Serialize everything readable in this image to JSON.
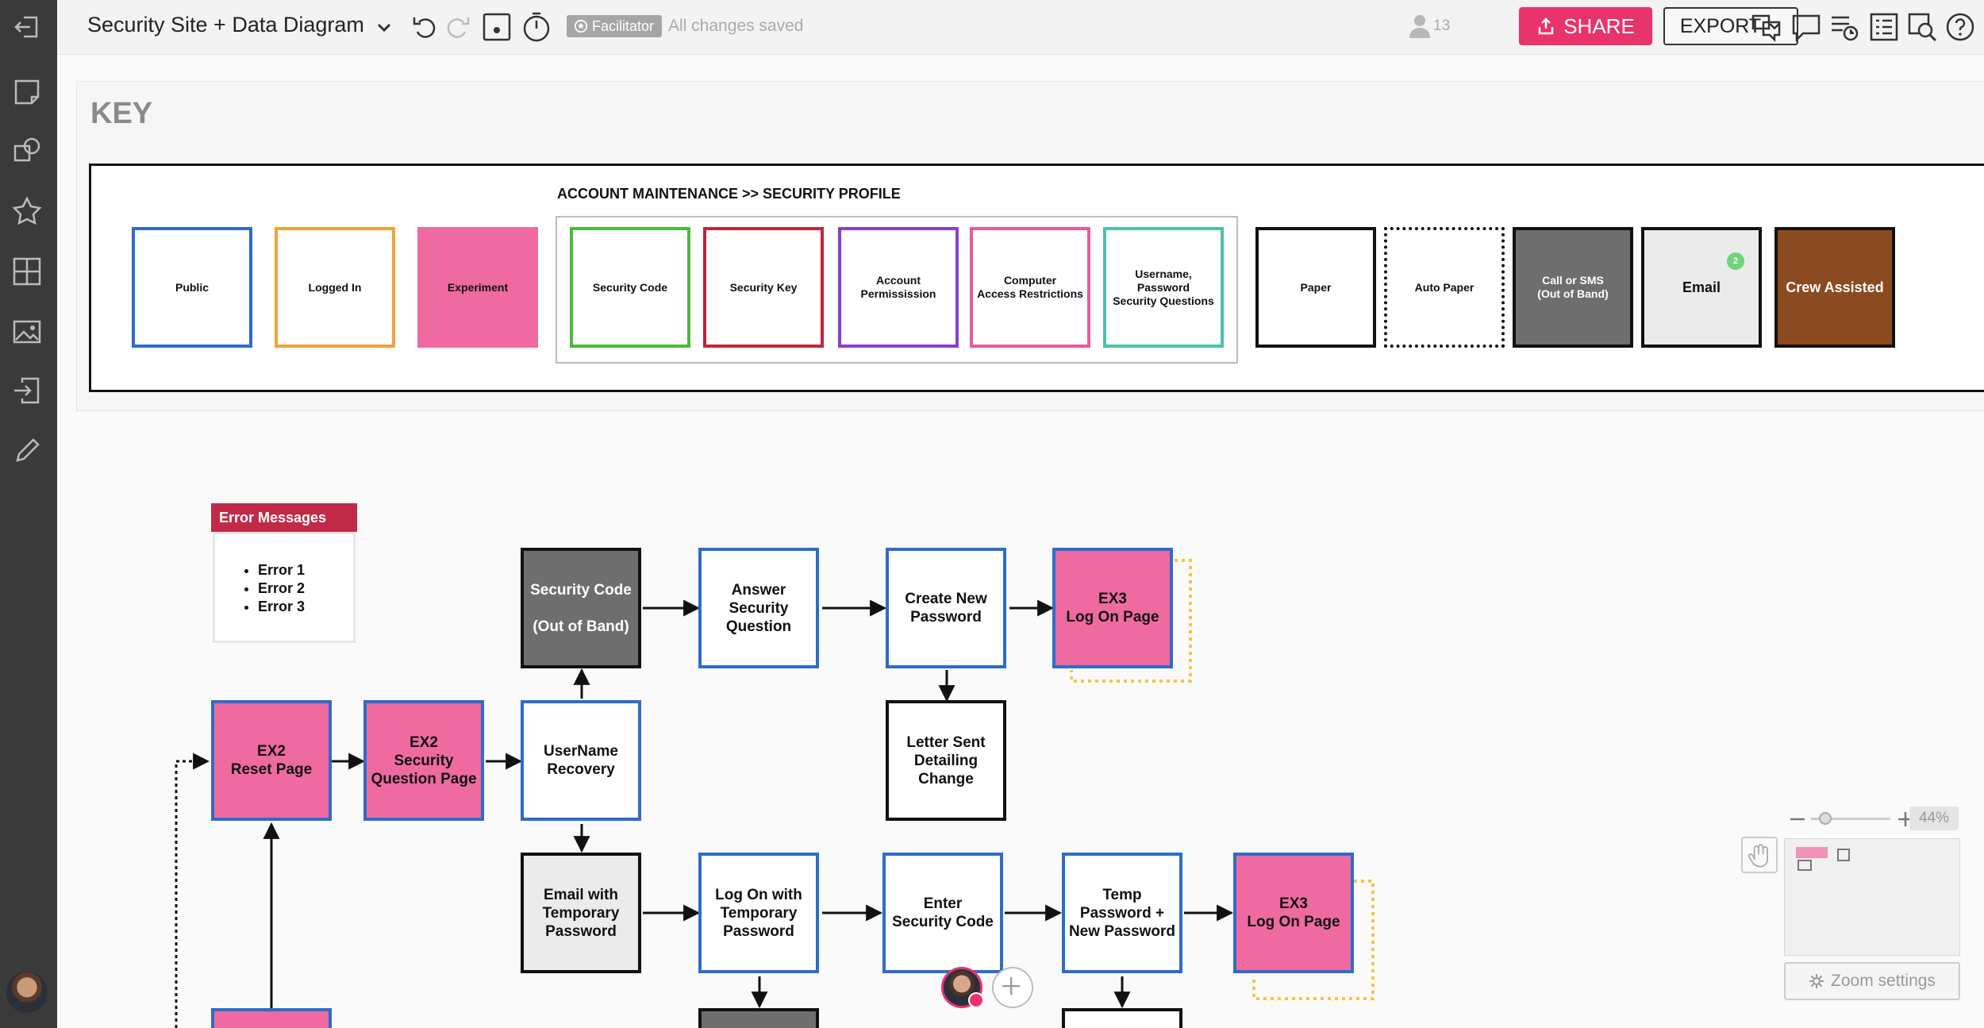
{
  "header": {
    "title": "Security Site + Data Diagram",
    "facilitator_badge": "Facilitator",
    "save_status": "All changes saved",
    "participants_count": "13",
    "share_label": "SHARE",
    "export_label": "EXPORT"
  },
  "key": {
    "title": "KEY",
    "group_title": "ACCOUNT MAINTENANCE >> SECURITY PROFILE",
    "items": [
      {
        "label": "Public",
        "color": "#2f6cc9"
      },
      {
        "label": "Logged In",
        "color": "#f0a33a"
      },
      {
        "label": "Experiment",
        "color": "#ef6aa0"
      },
      {
        "label": "Security Code",
        "color": "#4cba3c"
      },
      {
        "label": "Security Key",
        "color": "#c2253b"
      },
      {
        "label": "Account\nPermissission",
        "color": "#8a3fc8"
      },
      {
        "label": "Computer\nAccess Restrictions",
        "color": "#e85b9a"
      },
      {
        "label": "Username,\nPassword\nSecurity Questions",
        "color": "#4fbfae"
      },
      {
        "label": "Paper",
        "color": "#111111"
      },
      {
        "label": "Auto Paper",
        "color": "#111111"
      },
      {
        "label": "Call or SMS\n(Out of Band)",
        "color": "#6e6e6e"
      },
      {
        "label": "Email",
        "color": "#ebebeb"
      },
      {
        "label": "Crew Assisted",
        "color": "#8b4a1f"
      }
    ],
    "email_badge": "2"
  },
  "errors": {
    "title": "Error Messages",
    "items": [
      "Error 1",
      "Error 2",
      "Error 3"
    ]
  },
  "nodes": {
    "security_code_oob": "Security Code\n\n(Out of Band)",
    "answer_security_question": "Answer\nSecurity\nQuestion",
    "create_new_password": "Create New\nPassword",
    "ex3_log_on_top": "EX3\nLog On Page",
    "ex2_reset_page": "EX2\nReset Page",
    "ex2_security_question_page": "EX2\nSecurity\nQuestion Page",
    "username_recovery": "UserName\nRecovery",
    "letter_sent": "Letter Sent\nDetailing\nChange",
    "email_temp_password": "Email with\nTemporary\nPassword",
    "log_on_temp_password": "Log On with\nTemporary\nPassword",
    "enter_security_code": "Enter\nSecurity Code",
    "temp_new_password": "Temp\nPassword +\nNew Password",
    "ex3_log_on_bottom": "EX3\nLog On Page"
  },
  "zoom": {
    "level": "44%",
    "settings_label": "Zoom settings"
  },
  "icons": {
    "exit": "exit-icon",
    "sticky": "sticky-note-icon",
    "shapes": "shapes-icon",
    "star": "star-icon",
    "grid": "grid-icon",
    "image": "image-icon",
    "import": "import-icon",
    "pen": "pen-icon"
  }
}
